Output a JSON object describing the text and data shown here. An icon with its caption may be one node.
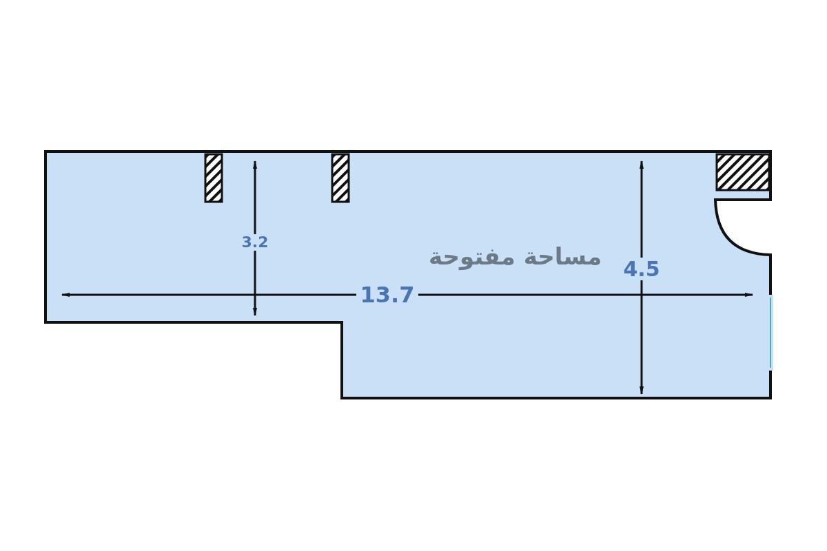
{
  "diagram": {
    "nodes": [
      {
        "text": [
          "مساحة مفتوحة"
        ]
      }
    ],
    "labels": [
      "3.2",
      "4.5",
      "13.7"
    ]
  }
}
